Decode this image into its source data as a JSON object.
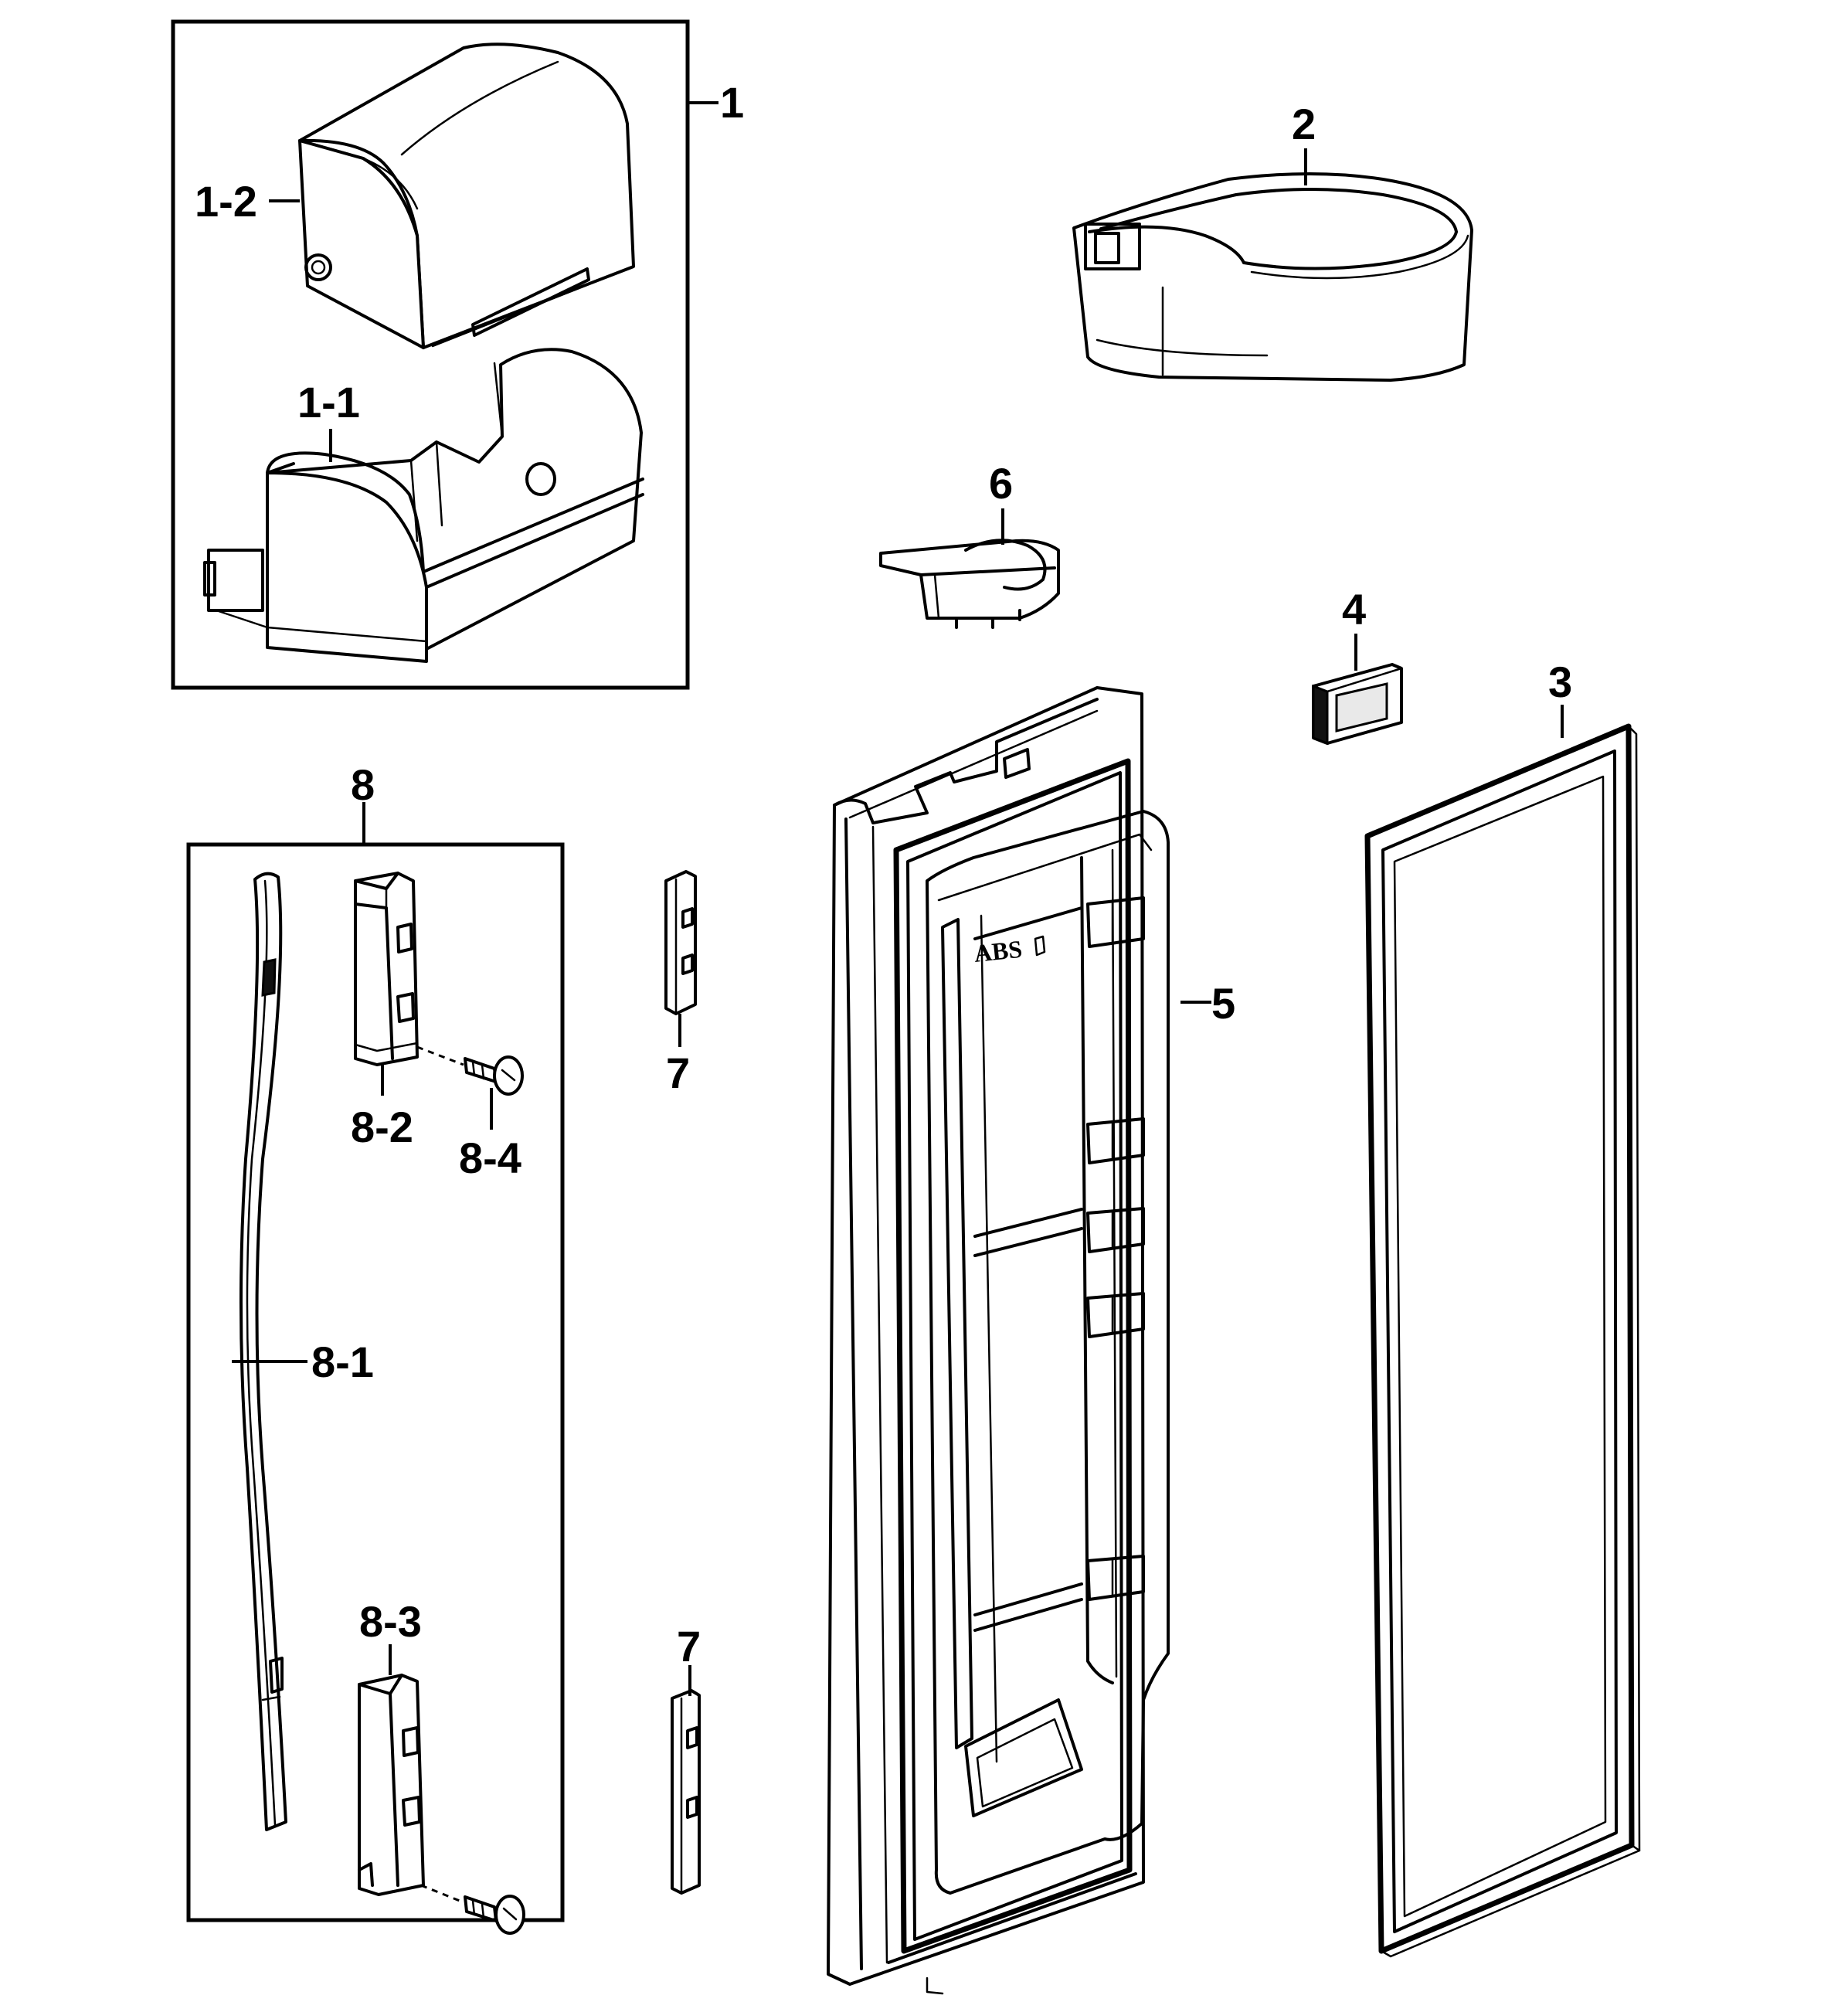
{
  "labels": {
    "p1": "1",
    "p1_1": "1-1",
    "p1_2": "1-2",
    "p2": "2",
    "p3": "3",
    "p4": "4",
    "p5": "5",
    "p6": "6",
    "p7_top": "7",
    "p7_bottom": "7",
    "p8": "8",
    "p8_1": "8-1",
    "p8_2": "8-2",
    "p8_3": "8-3",
    "p8_4": "8-4"
  },
  "door_stamp": "ABS"
}
